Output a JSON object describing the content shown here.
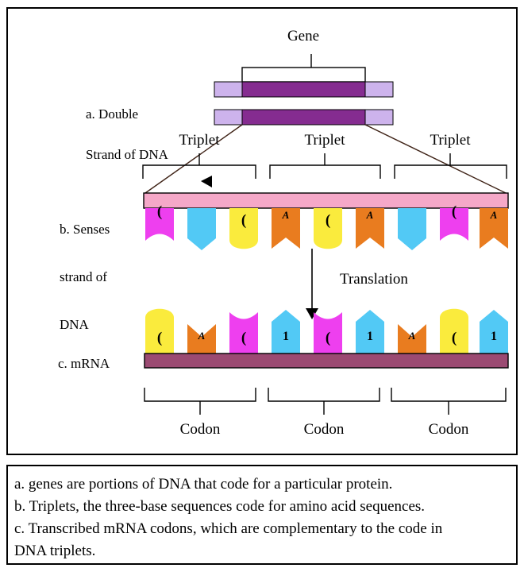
{
  "colors": {
    "outline": "#000000",
    "diagonal_line": "#3f2317",
    "dna_dark": "#852c90",
    "dna_light": "#cdb3ec",
    "senses_bar_fill": "#f5a8c8",
    "mrna_bar_fill": "#9b4a72",
    "base_magenta": "#ee3fef",
    "base_cyan": "#52c9f5",
    "base_yellow": "#faeb3d",
    "base_orange": "#e97c1f"
  },
  "diagram": {
    "gene_label": "Gene",
    "dna_label_lines": [
      "a. Double",
      "Strand of DNA"
    ],
    "senses_label_lines": [
      "b. Senses",
      "strand of",
      "DNA"
    ],
    "mrna_label": "c. mRNA",
    "translation_label": "Translation",
    "triplet_labels": [
      "Triplet",
      "Triplet",
      "Triplet"
    ],
    "codon_labels": [
      "Codon",
      "Codon",
      "Codon"
    ],
    "senses_bases": [
      {
        "color": "base_magenta",
        "shape": "arch_down",
        "glyph": "("
      },
      {
        "color": "base_cyan",
        "shape": "point_down",
        "glyph": ""
      },
      {
        "color": "base_yellow",
        "shape": "dome_down",
        "glyph": "("
      },
      {
        "color": "base_orange",
        "shape": "notch_down",
        "glyph": "A"
      },
      {
        "color": "base_yellow",
        "shape": "dome_down",
        "glyph": "("
      },
      {
        "color": "base_orange",
        "shape": "notch_down",
        "glyph": "A"
      },
      {
        "color": "base_cyan",
        "shape": "point_down",
        "glyph": ""
      },
      {
        "color": "base_magenta",
        "shape": "arch_down",
        "glyph": "("
      },
      {
        "color": "base_orange",
        "shape": "notch_down",
        "glyph": "A"
      }
    ],
    "mrna_bases": [
      {
        "color": "base_yellow",
        "shape": "dome_up",
        "glyph": "("
      },
      {
        "color": "base_orange",
        "shape": "notch_up",
        "glyph": "A"
      },
      {
        "color": "base_magenta",
        "shape": "arch_up",
        "glyph": "("
      },
      {
        "color": "base_cyan",
        "shape": "point_up",
        "glyph": "1"
      },
      {
        "color": "base_magenta",
        "shape": "arch_up",
        "glyph": "("
      },
      {
        "color": "base_cyan",
        "shape": "point_up",
        "glyph": "1"
      },
      {
        "color": "base_orange",
        "shape": "notch_up",
        "glyph": "A"
      },
      {
        "color": "base_yellow",
        "shape": "dome_up",
        "glyph": "("
      },
      {
        "color": "base_cyan",
        "shape": "point_up",
        "glyph": "1"
      }
    ]
  },
  "caption": {
    "lines": [
      "a. genes are portions of DNA that code for a particular protein.",
      "b. Triplets, the three-base sequences code for amino acid sequences.",
      "c. Transcribed mRNA codons, which are complementary to the code in",
      "DNA triplets."
    ]
  }
}
